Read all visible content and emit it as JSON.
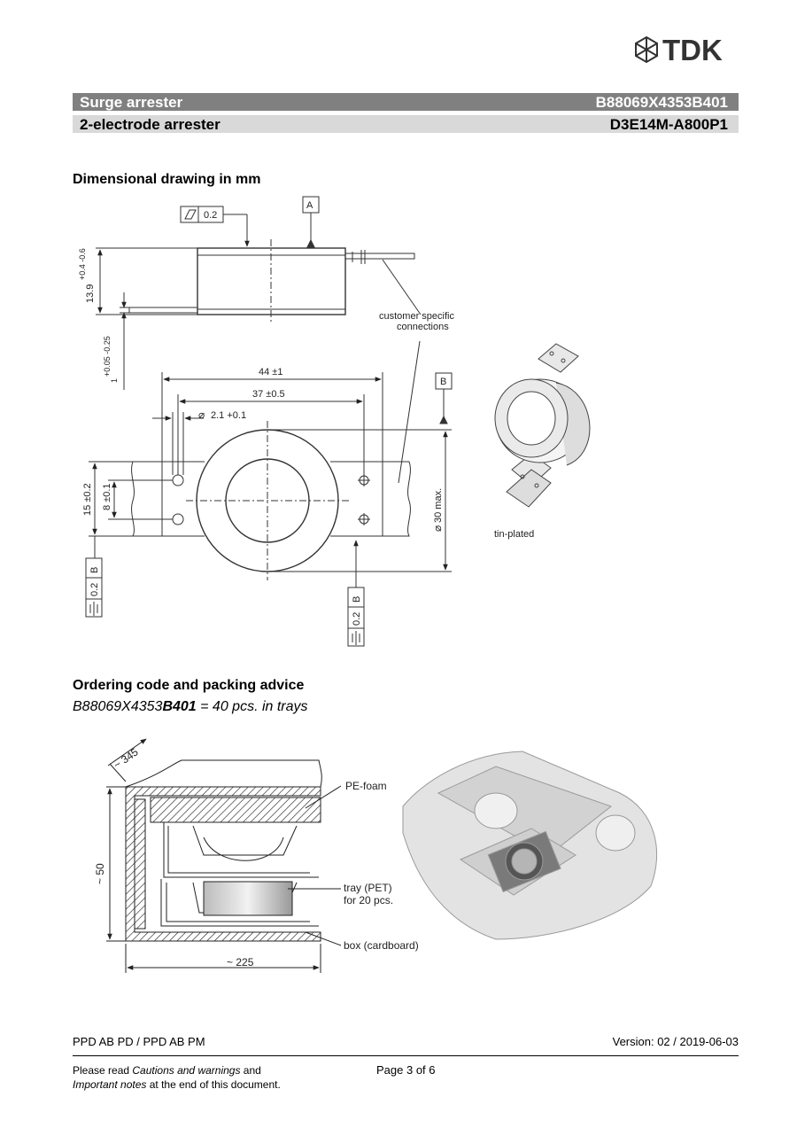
{
  "header": {
    "logo_text": "TDK",
    "product_type": "Surge arrester",
    "order_number": "B88069X4353B401",
    "subtype": "2-electrode arrester",
    "type_code": "D3E14M-A800P1"
  },
  "drawing": {
    "heading": "Dimensional drawing in mm",
    "flatness_tol": "0.2",
    "datum_a": "A",
    "datum_b": "B",
    "height_dim": "13.9",
    "height_tol": "+0.4\n-0.6",
    "tab_thick": "1",
    "tab_thick_tol": "+0.05 -0.25",
    "dim_44": "44 ±1",
    "dim_37": "37 ±0.5",
    "dim_hole": "2.1 +0.1",
    "dim_15": "15 ±0.2",
    "dim_8": "8 ±0.1",
    "dim_30": "30 max.",
    "sym_tol": "0.2",
    "callout_customer_1": "customer specific",
    "callout_customer_2": "connections",
    "callout_tin": "tin-plated"
  },
  "ordering": {
    "heading": "Ordering code and packing advice",
    "code_prefix": "B88069X4353",
    "code_bold": "B401",
    "code_suffix": " = 40 pcs. in trays"
  },
  "packing": {
    "dim_345": "~ 345",
    "dim_50": "~ 50",
    "dim_225": "~ 225",
    "label_foam": "PE-foam",
    "label_tray_1": "tray (PET)",
    "label_tray_2": "for 20 pcs.",
    "label_box": "box (cardboard)"
  },
  "footer": {
    "dept": "PPD AB PD / PPD AB PM",
    "version": "Version: 02 / 2019-06-03",
    "note_1a": "Please read ",
    "note_1b": "Cautions and warnings",
    "note_1c": " and",
    "note_2a": "Important notes",
    "note_2b": " at the end of this document.",
    "page": "Page 3 of 6"
  }
}
